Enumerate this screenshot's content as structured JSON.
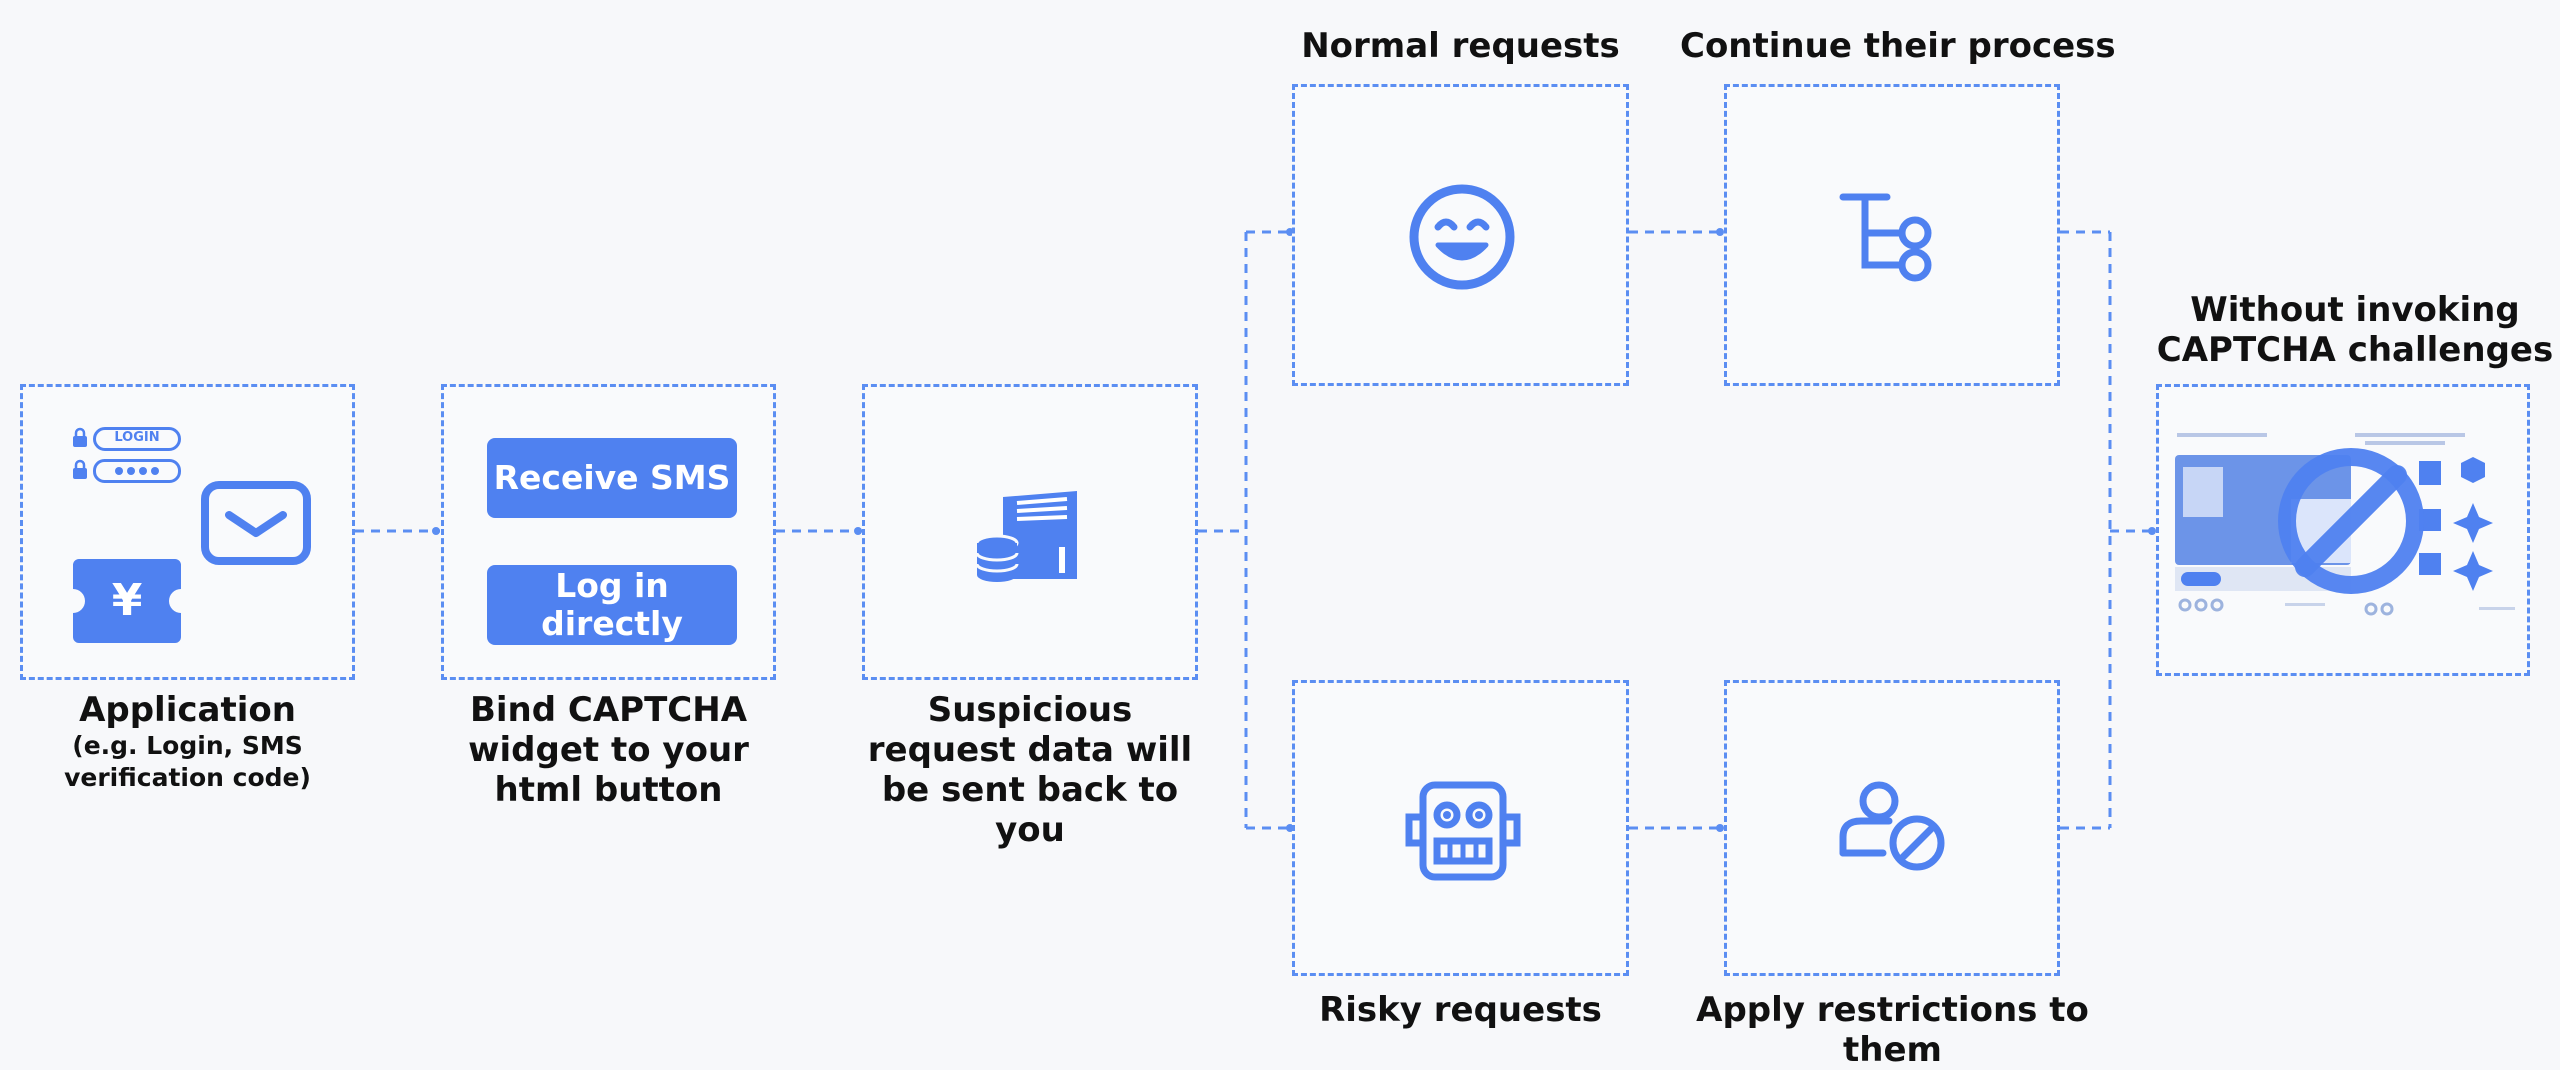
{
  "colors": {
    "accent": "#4f81f0",
    "dashed": "#5b8ef2",
    "background": "#f7f8fa"
  },
  "steps": {
    "application": {
      "title": "Application",
      "subtitle": "(e.g. Login, SMS verification code)",
      "icons": [
        "lock-icon",
        "login-field-icon",
        "password-field-icon",
        "envelope-icon",
        "yen-ticket-icon"
      ],
      "login_field_text": "LOGIN",
      "yen_symbol": "¥"
    },
    "bind": {
      "title": "Bind CAPTCHA widget to your html button",
      "buttons": [
        "Receive SMS",
        "Log in directly"
      ]
    },
    "suspicious": {
      "title": "Suspicious request data will be sent back to you",
      "icon": "server-database-icon"
    },
    "normal": {
      "title": "Normal requests",
      "icon": "smiley-face-icon"
    },
    "continue": {
      "title": "Continue their process",
      "icon": "flow-branch-icon"
    },
    "risky": {
      "title": "Risky requests",
      "icon": "robot-icon"
    },
    "restrict": {
      "title": "Apply restrictions to them",
      "icon": "user-blocked-icon"
    },
    "without": {
      "title": "Without invoking CAPTCHA challenges",
      "icon": "captcha-prohibited-icon"
    }
  }
}
